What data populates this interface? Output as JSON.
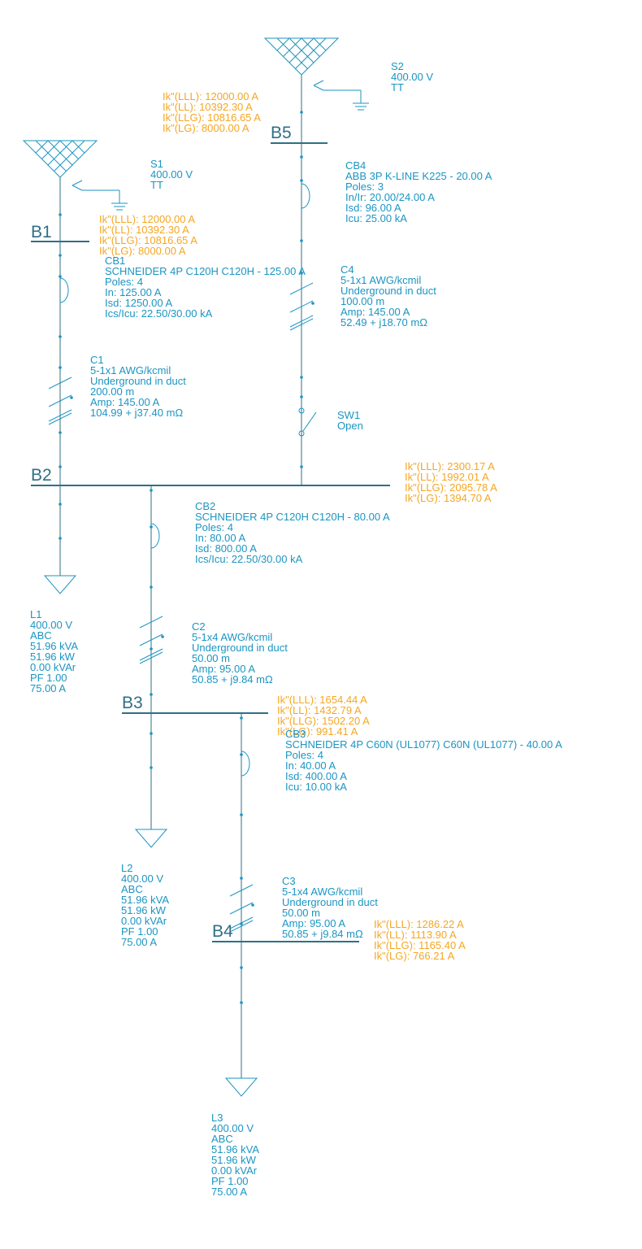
{
  "colors": {
    "line": "#2f6f86",
    "equipment": "#1b95c2",
    "fault": "#f5a623",
    "background": "#ffffff"
  },
  "buses": {
    "b1": "B1",
    "b2": "B2",
    "b3": "B3",
    "b4": "B4",
    "b5": "B5"
  },
  "sources": {
    "s1": [
      "S1",
      "400.00 V",
      "TT"
    ],
    "s2": [
      "S2",
      "400.00 V",
      "TT"
    ]
  },
  "faults": {
    "b5": [
      "Ik\"(LLL): 12000.00 A",
      "Ik\"(LL): 10392.30 A",
      "Ik\"(LLG): 10816.65 A",
      "Ik\"(LG): 8000.00 A"
    ],
    "b1": [
      "Ik\"(LLL): 12000.00 A",
      "Ik\"(LL): 10392.30 A",
      "Ik\"(LLG): 10816.65 A",
      "Ik\"(LG): 8000.00 A"
    ],
    "b2": [
      "Ik\"(LLL): 2300.17 A",
      "Ik\"(LL): 1992.01 A",
      "Ik\"(LLG): 2095.78 A",
      "Ik\"(LG): 1394.70 A"
    ],
    "b3": [
      "Ik\"(LLL): 1654.44 A",
      "Ik\"(LL): 1432.79 A",
      "Ik\"(LLG): 1502.20 A",
      "Ik\"(LG): 991.41 A"
    ],
    "b4": [
      "Ik\"(LLL): 1286.22 A",
      "Ik\"(LL): 1113.90 A",
      "Ik\"(LLG): 1165.40 A",
      "Ik\"(LG): 766.21 A"
    ]
  },
  "breakers": {
    "cb1": [
      "CB1",
      "SCHNEIDER 4P C120H C120H - 125.00 A",
      "Poles: 4",
      "In: 125.00 A",
      "Isd: 1250.00 A",
      "Ics/Icu: 22.50/30.00 kA"
    ],
    "cb2": [
      "CB2",
      "SCHNEIDER 4P C120H C120H - 80.00 A",
      "Poles: 4",
      "In: 80.00 A",
      "Isd: 800.00 A",
      "Ics/Icu: 22.50/30.00 kA"
    ],
    "cb3": [
      "CB3",
      "SCHNEIDER 4P C60N (UL1077) C60N (UL1077) - 40.00 A",
      "Poles: 4",
      "In: 40.00 A",
      "Isd: 400.00 A",
      "Icu: 10.00 kA"
    ],
    "cb4": [
      "CB4",
      "ABB 3P K-LINE K225 - 20.00 A",
      "Poles: 3",
      "In/Ir: 20.00/24.00 A",
      "Isd: 96.00 A",
      "Icu: 25.00 kA"
    ]
  },
  "cables": {
    "c1": [
      "C1",
      "5-1x1 AWG/kcmil",
      "Underground in duct",
      "200.00 m",
      "Amp: 145.00 A",
      "104.99 + j37.40 mΩ"
    ],
    "c2": [
      "C2",
      "5-1x4 AWG/kcmil",
      "Underground in duct",
      "50.00 m",
      "Amp: 95.00 A",
      "50.85 + j9.84 mΩ"
    ],
    "c3": [
      "C3",
      "5-1x4 AWG/kcmil",
      "Underground in duct",
      "50.00 m",
      "Amp: 95.00 A",
      "50.85 + j9.84 mΩ"
    ],
    "c4": [
      "C4",
      "5-1x1 AWG/kcmil",
      "Underground in duct",
      "100.00 m",
      "Amp: 145.00 A",
      "52.49 + j18.70 mΩ"
    ]
  },
  "switches": {
    "sw1": [
      "SW1",
      "Open"
    ]
  },
  "loads": {
    "l1": [
      "L1",
      "400.00 V",
      "ABC",
      "51.96 kVA",
      "51.96 kW",
      "0.00 kVAr",
      "PF 1.00",
      "75.00 A"
    ],
    "l2": [
      "L2",
      "400.00 V",
      "ABC",
      "51.96 kVA",
      "51.96 kW",
      "0.00 kVAr",
      "PF 1.00",
      "75.00 A"
    ],
    "l3": [
      "L3",
      "400.00 V",
      "ABC",
      "51.96 kVA",
      "51.96 kW",
      "0.00 kVAr",
      "PF 1.00",
      "75.00 A"
    ]
  }
}
